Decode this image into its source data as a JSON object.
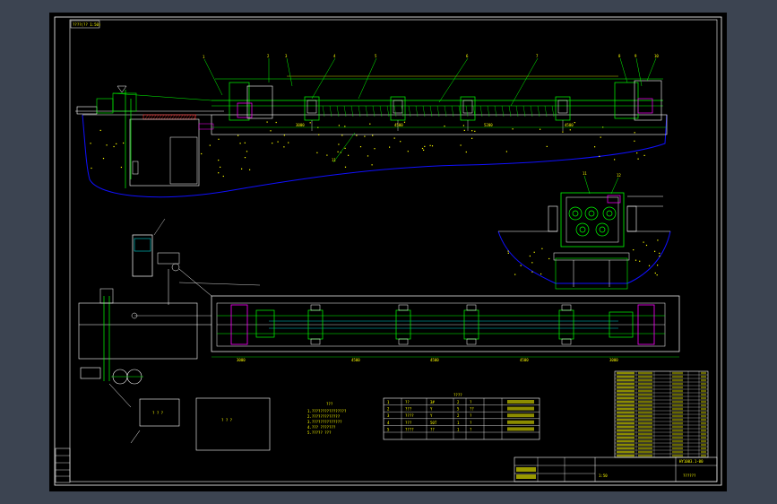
{
  "drawing": {
    "title_box_label": "????(?? 1:50)",
    "balloons": [
      "1",
      "2",
      "3",
      "4",
      "5",
      "6",
      "7",
      "8",
      "9",
      "10",
      "11"
    ],
    "elev_balloons": [
      "11",
      "12",
      "13"
    ],
    "note_title": "???",
    "note_lines": [
      "1.????????????????",
      "2.?????????????",
      "3.??????????????",
      "4.??? ???????",
      "5.????? ???"
    ],
    "box_labels": [
      "? ? ?",
      "? ? ?"
    ],
    "dims_top": [
      "3000",
      "4500",
      "5200",
      "4500"
    ],
    "dims_plan": [
      "3000",
      "4500",
      "4500",
      "4500",
      "3000"
    ]
  },
  "tech_table": {
    "title": "????",
    "rows": [
      [
        "1",
        "??",
        "3#",
        "2",
        "?"
      ],
      [
        "2",
        "???",
        "Y",
        "5",
        "??"
      ],
      [
        "3",
        "????",
        "Y",
        "2",
        "?"
      ],
      [
        "4",
        "???",
        "50T",
        "1",
        "?"
      ],
      [
        "5",
        "????",
        "??",
        "1",
        "?"
      ]
    ]
  },
  "bom": {
    "rows": 24,
    "drawing_no": "HY1003.1-00",
    "company": "??????",
    "sheet": "1:50"
  },
  "colors": {
    "model_bg": "#000000",
    "frame": "#ffffff",
    "ground": "#1010ff",
    "line": "#00ff00",
    "text": "#ffff00",
    "magenta": "#ff00ff",
    "cyan": "#00ffff"
  }
}
